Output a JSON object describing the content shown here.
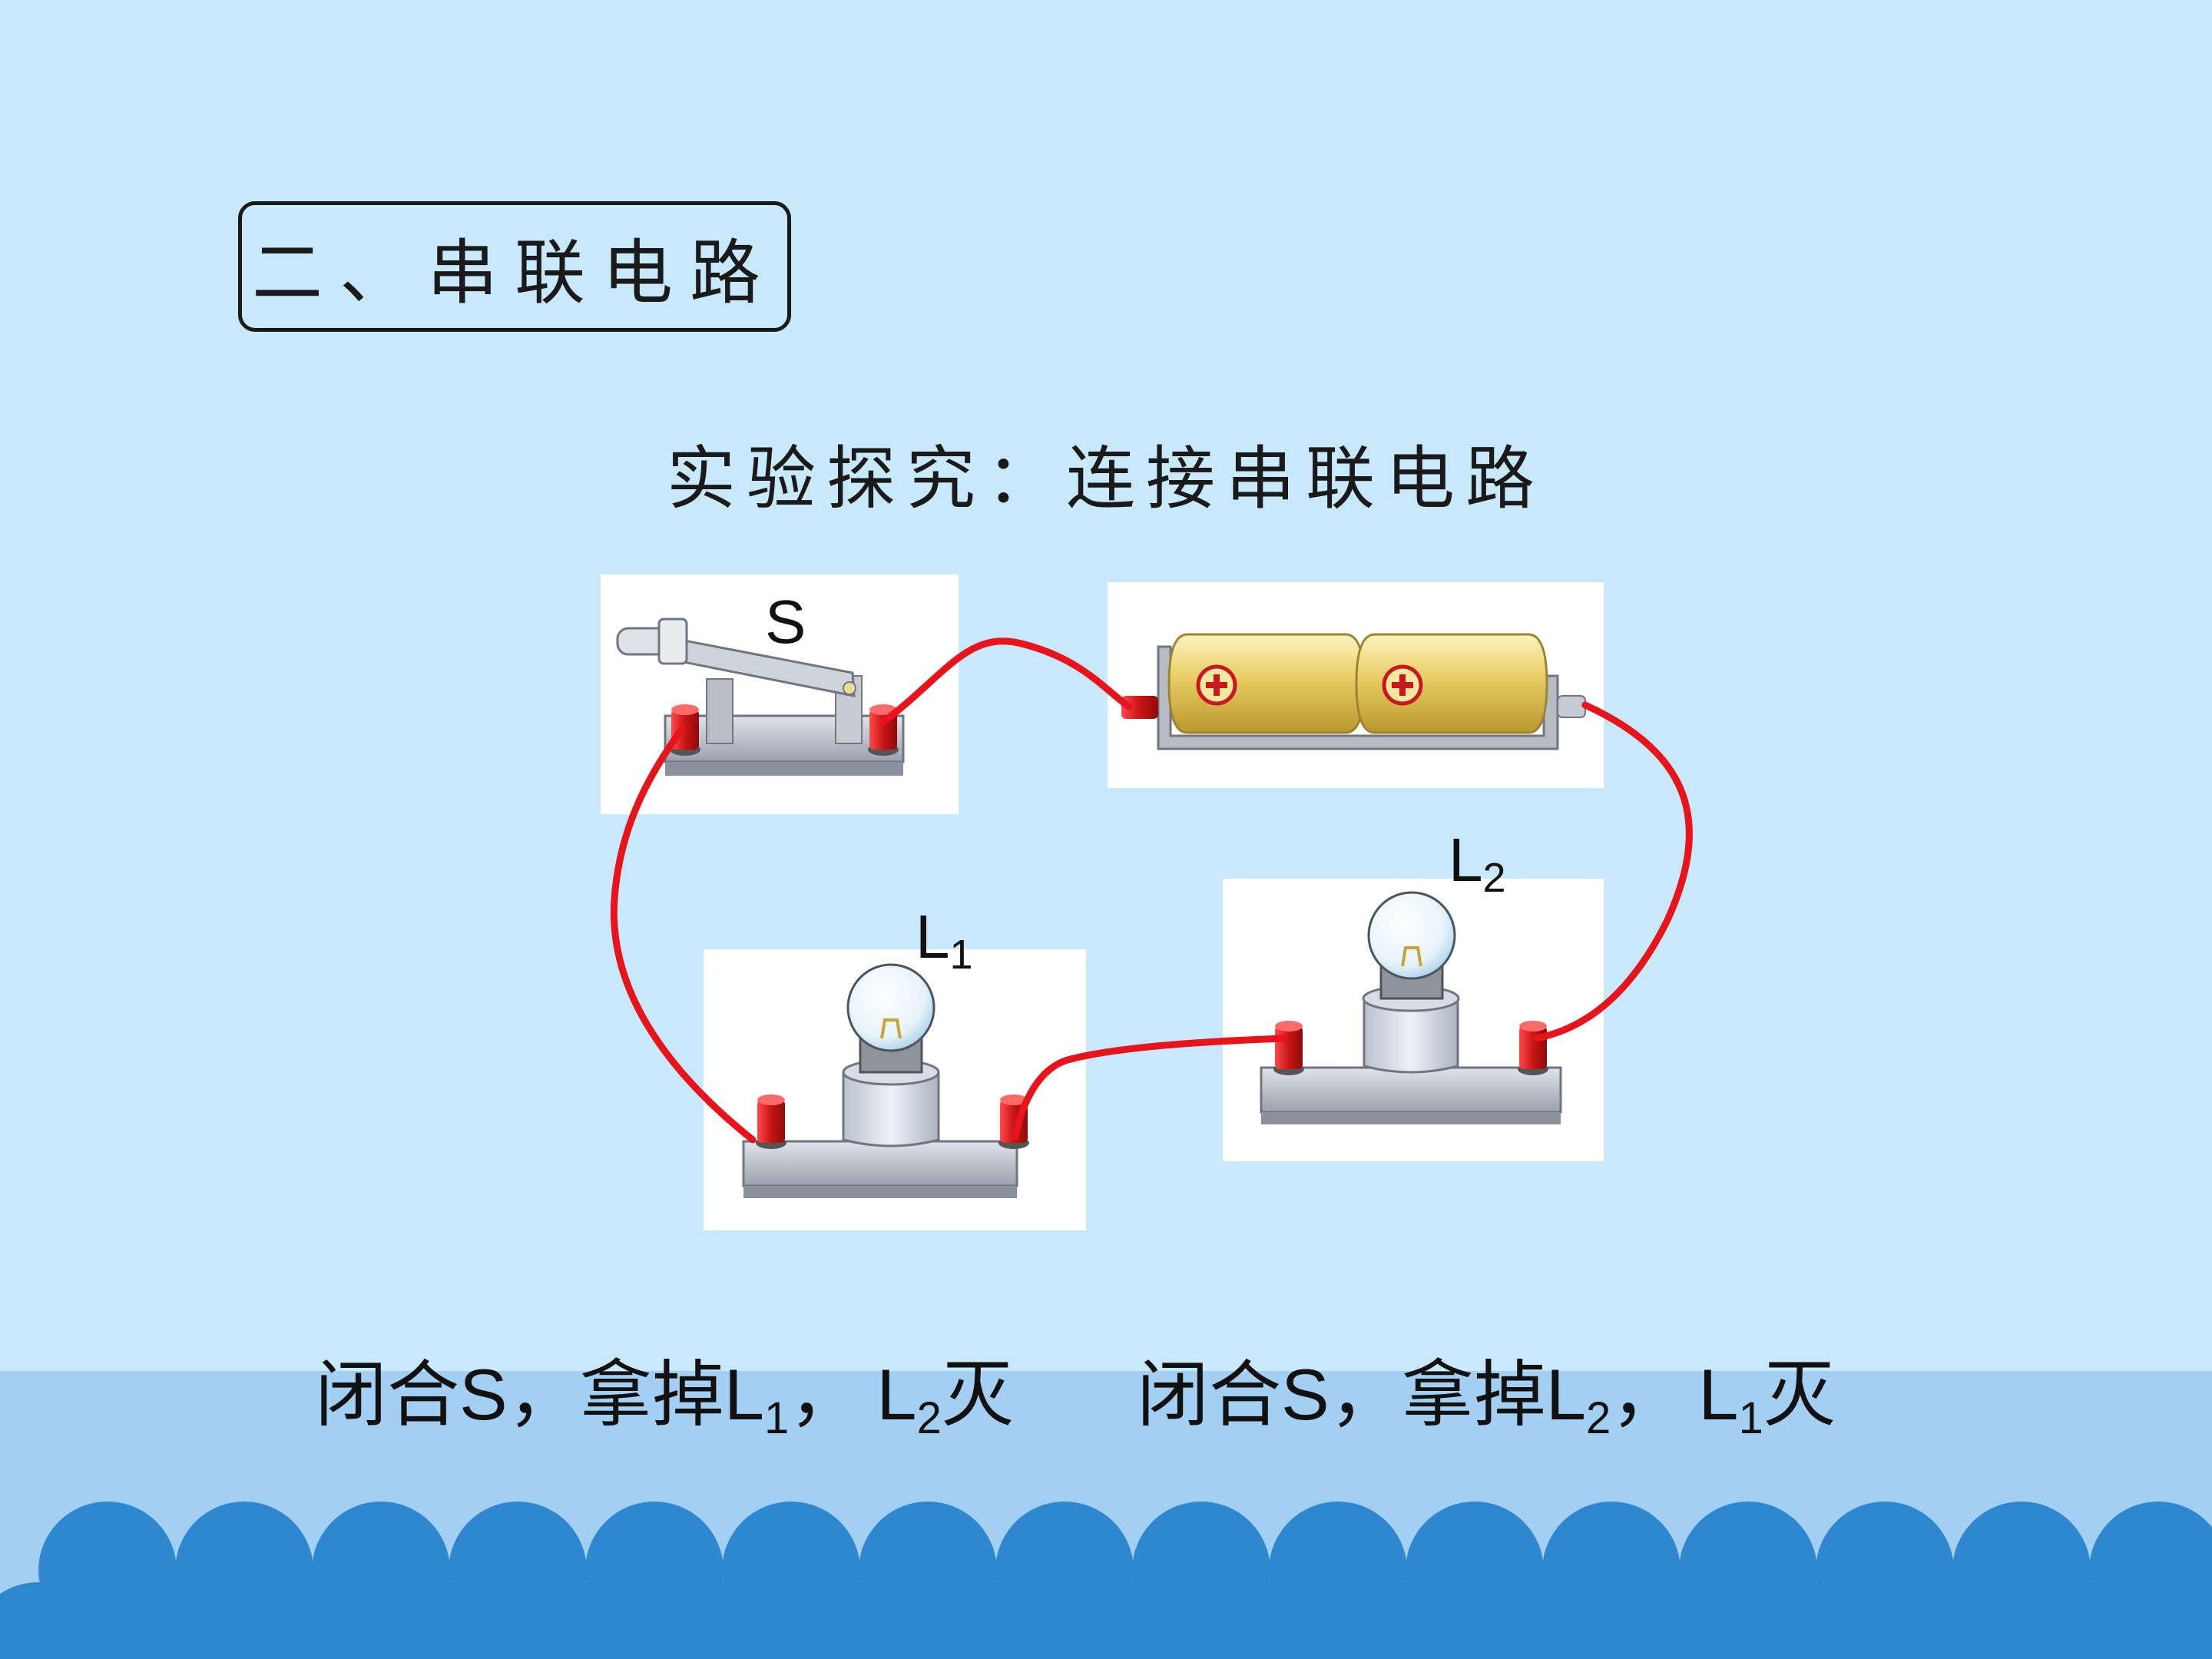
{
  "slide": {
    "title": "二、串联电路",
    "subtitle": "实验探究：连接串联电路"
  },
  "labels": {
    "switch": "S",
    "lamp1_main": "L",
    "lamp1_sub": "1",
    "lamp2_main": "L",
    "lamp2_sub": "2"
  },
  "captions": {
    "left": {
      "a": "闭合",
      "s": "S",
      "b": "，拿掉",
      "l": "L",
      "l_sub": "1",
      "c": "，",
      "l2": "L",
      "l2_sub": "2",
      "d": "灭"
    },
    "right": {
      "a": "闭合",
      "s": "S",
      "b": "，拿掉",
      "l": "L",
      "l_sub": "2",
      "c": "，",
      "l2": "L",
      "l2_sub": "1",
      "d": "灭"
    }
  },
  "battery": {
    "plus_symbol_1": "+",
    "plus_symbol_2": "+"
  },
  "colors": {
    "background": "#c8e8fb",
    "sea_light": "#a3d0f2",
    "wave": "#2f88cf",
    "wire": "#e8141b",
    "terminal": "#d01a1a",
    "battery_gold": "#e7cc63"
  }
}
